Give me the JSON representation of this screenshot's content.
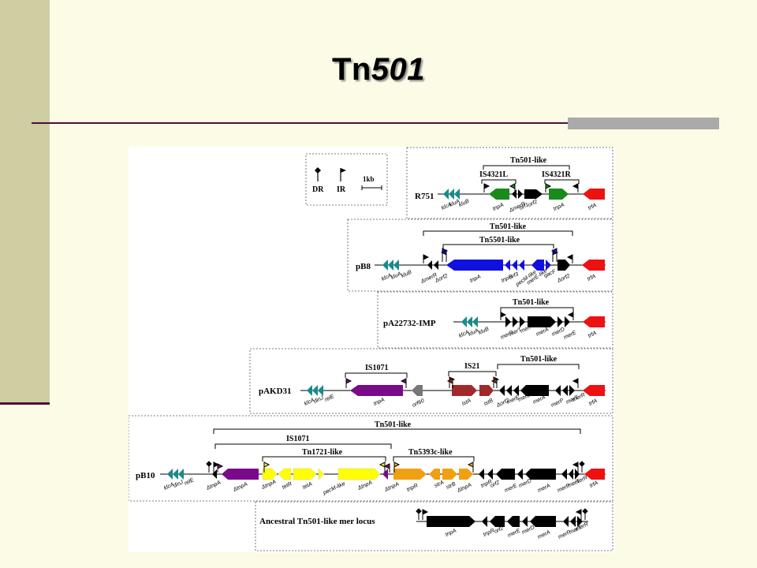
{
  "slide": {
    "title_main": "Tn",
    "title_italic": "501"
  },
  "legend": {
    "dr": "DR",
    "ir": "IR",
    "scale": "1kb"
  },
  "plasmids": {
    "r751": {
      "name": "R751",
      "bracket_outer": "Tn501-like",
      "bracket_left": "IS4321L",
      "bracket_right": "IS4321R",
      "genes": [
        "klcA",
        "kluA",
        "kluB",
        "tnpA",
        "ΔmerR",
        "orf1",
        "orf2",
        "tnpA",
        "trfA"
      ]
    },
    "pb8": {
      "name": "pB8",
      "bracket_outer": "Tn501-like",
      "bracket_inner": "Tn5501-like",
      "genes": [
        "klcA",
        "kluA",
        "kluB",
        "ΔmerR",
        "Δorf2",
        "tnpA",
        "tnpR",
        "orf3",
        "pecM-like",
        "merE-like",
        "qacF",
        "Δorf2",
        "trfA"
      ]
    },
    "pa22732": {
      "name": "pA22732-IMP",
      "bracket_outer": "Tn501-like",
      "genes": [
        "klcA",
        "kluA",
        "kluB",
        "merR",
        "merT",
        "merP",
        "merA",
        "merD",
        "merE",
        "trfA"
      ]
    },
    "pakd31": {
      "name": "pAKD31",
      "bracket_left": "IS1071",
      "bracket_mid": "IS21",
      "bracket_right": "Tn501-like",
      "genes": [
        "klcA",
        "dinJ",
        "relE",
        "tnpA",
        "orf60",
        "istA",
        "istB",
        "Δorf2",
        "merE",
        "merD",
        "merA",
        "merP",
        "merT",
        "merR",
        "trfA"
      ]
    },
    "pb10": {
      "name": "pB10",
      "bracket_outer": "Tn501-like",
      "bracket_is": "IS1071",
      "bracket_tn1721": "Tn1721-like",
      "bracket_tn5393": "Tn5393c-like",
      "genes": [
        "klcA",
        "dinJ",
        "relE",
        "ΔtnpA",
        "ΔtnpA",
        "ΔtnpA",
        "tetR",
        "tetA",
        "pecM-like",
        "ΔtnpA",
        "ΔtnpA",
        "tnpR",
        "strA",
        "strB",
        "ΔtnpA",
        "tnpR",
        "orf2",
        "merE",
        "merD",
        "merA",
        "merP",
        "merT",
        "merR",
        "trfA"
      ]
    },
    "ancestral": {
      "name": "Ancestral Tn501-like mer locus",
      "genes": [
        "tnpA",
        "tnpR",
        "orf2",
        "merE",
        "merD",
        "merA",
        "merP",
        "merT",
        "merR"
      ]
    }
  },
  "colors": {
    "teal": "#1a8a8a",
    "green": "#1a8a1a",
    "blue": "#1010e0",
    "red": "#ee1111",
    "purple": "#7a0a8a",
    "brown": "#a02a2a",
    "yellow": "#ffff00",
    "orange": "#f0a010",
    "grey": "#777777",
    "black": "#000000"
  }
}
